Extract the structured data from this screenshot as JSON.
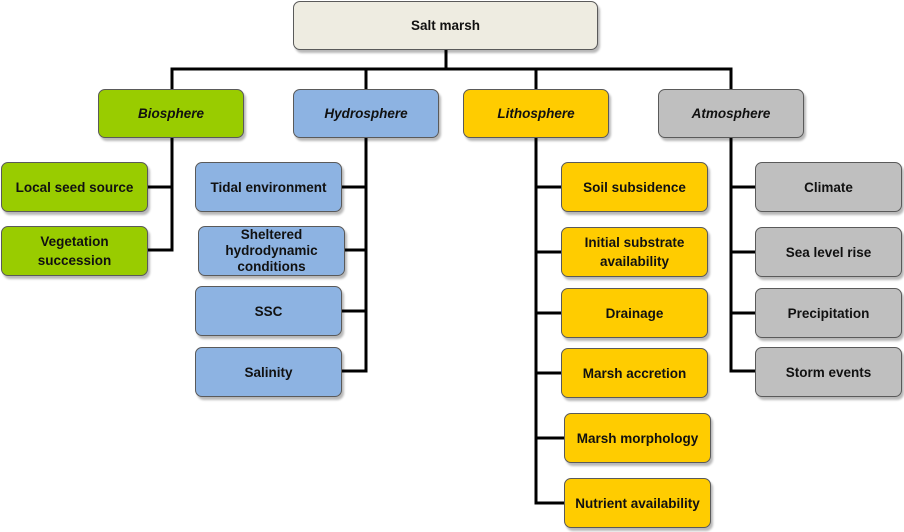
{
  "root": {
    "label": "Salt marsh",
    "color": "#eeece1"
  },
  "biosphere": {
    "label": "Biosphere",
    "color": "#99cc00",
    "items": [
      {
        "label": "Local seed source"
      },
      {
        "label": "Vegetation succession"
      }
    ]
  },
  "hydrosphere": {
    "label": "Hydrosphere",
    "color": "#8db3e2",
    "items": [
      {
        "label": "Tidal environment"
      },
      {
        "label": "Sheltered hydrodynamic conditions"
      },
      {
        "label": "SSC"
      },
      {
        "label": "Salinity"
      }
    ]
  },
  "lithosphere": {
    "label": "Lithosphere",
    "color": "#ffcc00",
    "items": [
      {
        "label": "Soil subsidence"
      },
      {
        "label": "Initial substrate availability"
      },
      {
        "label": "Drainage"
      },
      {
        "label": "Marsh accretion"
      },
      {
        "label": "Marsh morphology"
      },
      {
        "label": "Nutrient availability"
      }
    ]
  },
  "atmosphere": {
    "label": "Atmosphere",
    "color": "#bfbfbf",
    "items": [
      {
        "label": "Climate"
      },
      {
        "label": "Sea level rise"
      },
      {
        "label": "Precipitation"
      },
      {
        "label": "Storm events"
      }
    ]
  }
}
